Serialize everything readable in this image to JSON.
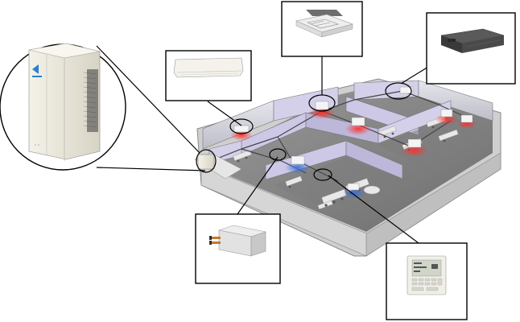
{
  "diagram": {
    "subject": "vrf-hvac-system-in-office-floor",
    "components": [
      {
        "id": "outdoor-unit",
        "shown": "circle-callout-left"
      },
      {
        "id": "wall-mounted-unit",
        "shown": "box-callout-top-left"
      },
      {
        "id": "ceiling-cassette-unit",
        "shown": "box-callout-top-center"
      },
      {
        "id": "ducted-unit",
        "shown": "box-callout-top-right"
      },
      {
        "id": "hydrobox-unit",
        "shown": "box-callout-bottom-left"
      },
      {
        "id": "wired-remote-controller",
        "shown": "box-callout-bottom-right"
      }
    ],
    "outdoor_unit_logo": "icon-brand-mark",
    "colors": {
      "cooling_indicator": "#3a6fd8",
      "heating_indicator": "#e02020",
      "floor": "#8a8a8a",
      "wall_interior": "#c9c4e0",
      "wall_exterior": "#d8d8d8",
      "callout_line": "#000000"
    }
  }
}
